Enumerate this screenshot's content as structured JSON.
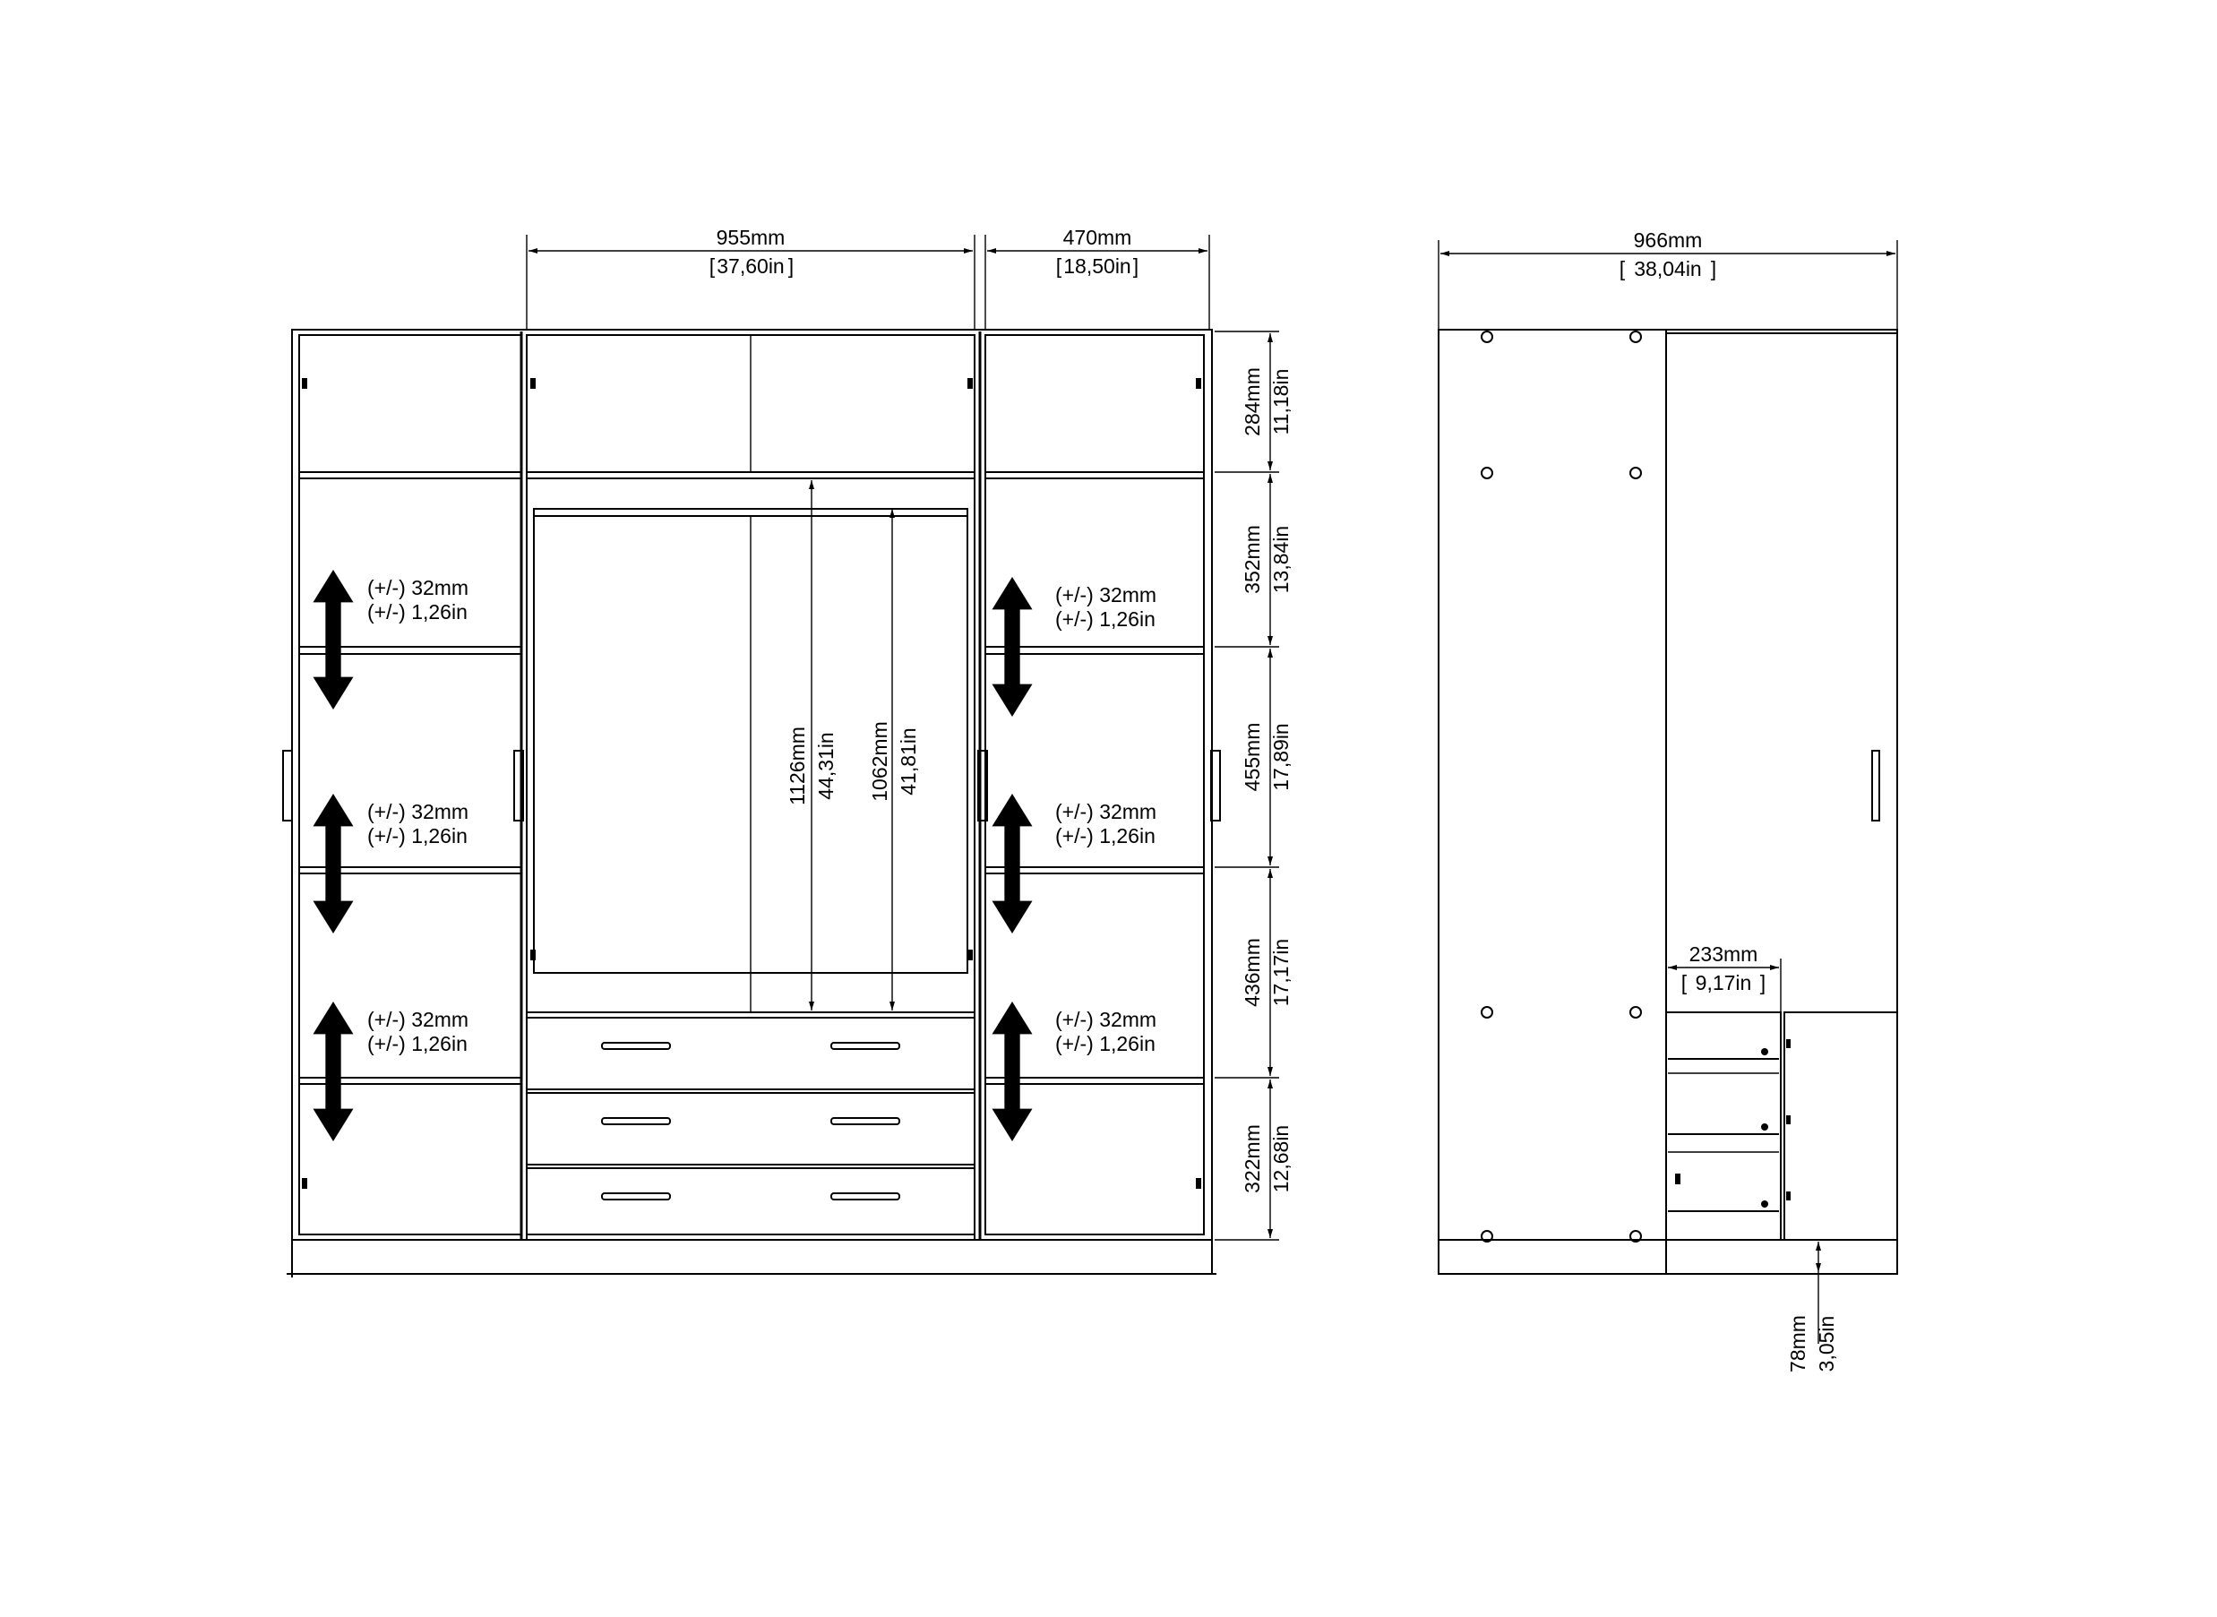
{
  "front_view": {
    "dims": {
      "inner_width_mm": "955mm",
      "inner_width_in": "37,60in",
      "section_width_mm": "470mm",
      "section_width_in": "18,50in",
      "hanging_height_mm": "1126mm",
      "hanging_height_in": "44,31in",
      "hanging_height2_mm": "1062mm",
      "hanging_height2_in": "41,81in"
    },
    "right_heights": [
      {
        "mm": "284mm",
        "in": "11,18in"
      },
      {
        "mm": "352mm",
        "in": "13,84in"
      },
      {
        "mm": "455mm",
        "in": "17,89in"
      },
      {
        "mm": "436mm",
        "in": "17,17in"
      },
      {
        "mm": "322mm",
        "in": "12,68in"
      }
    ],
    "adjust_label_mm": "(+/-) 32mm",
    "adjust_label_in": "(+/-) 1,26in"
  },
  "side_view": {
    "depth_mm": "966mm",
    "depth_in": "38,04in",
    "drawer_depth_mm": "233mm",
    "drawer_depth_in": "9,17in",
    "plinth_mm": "78mm",
    "plinth_in": "3,05in"
  },
  "icons": [
    "double-arrow-icon"
  ],
  "colors": {
    "line": "#000000",
    "background": "#ffffff"
  }
}
